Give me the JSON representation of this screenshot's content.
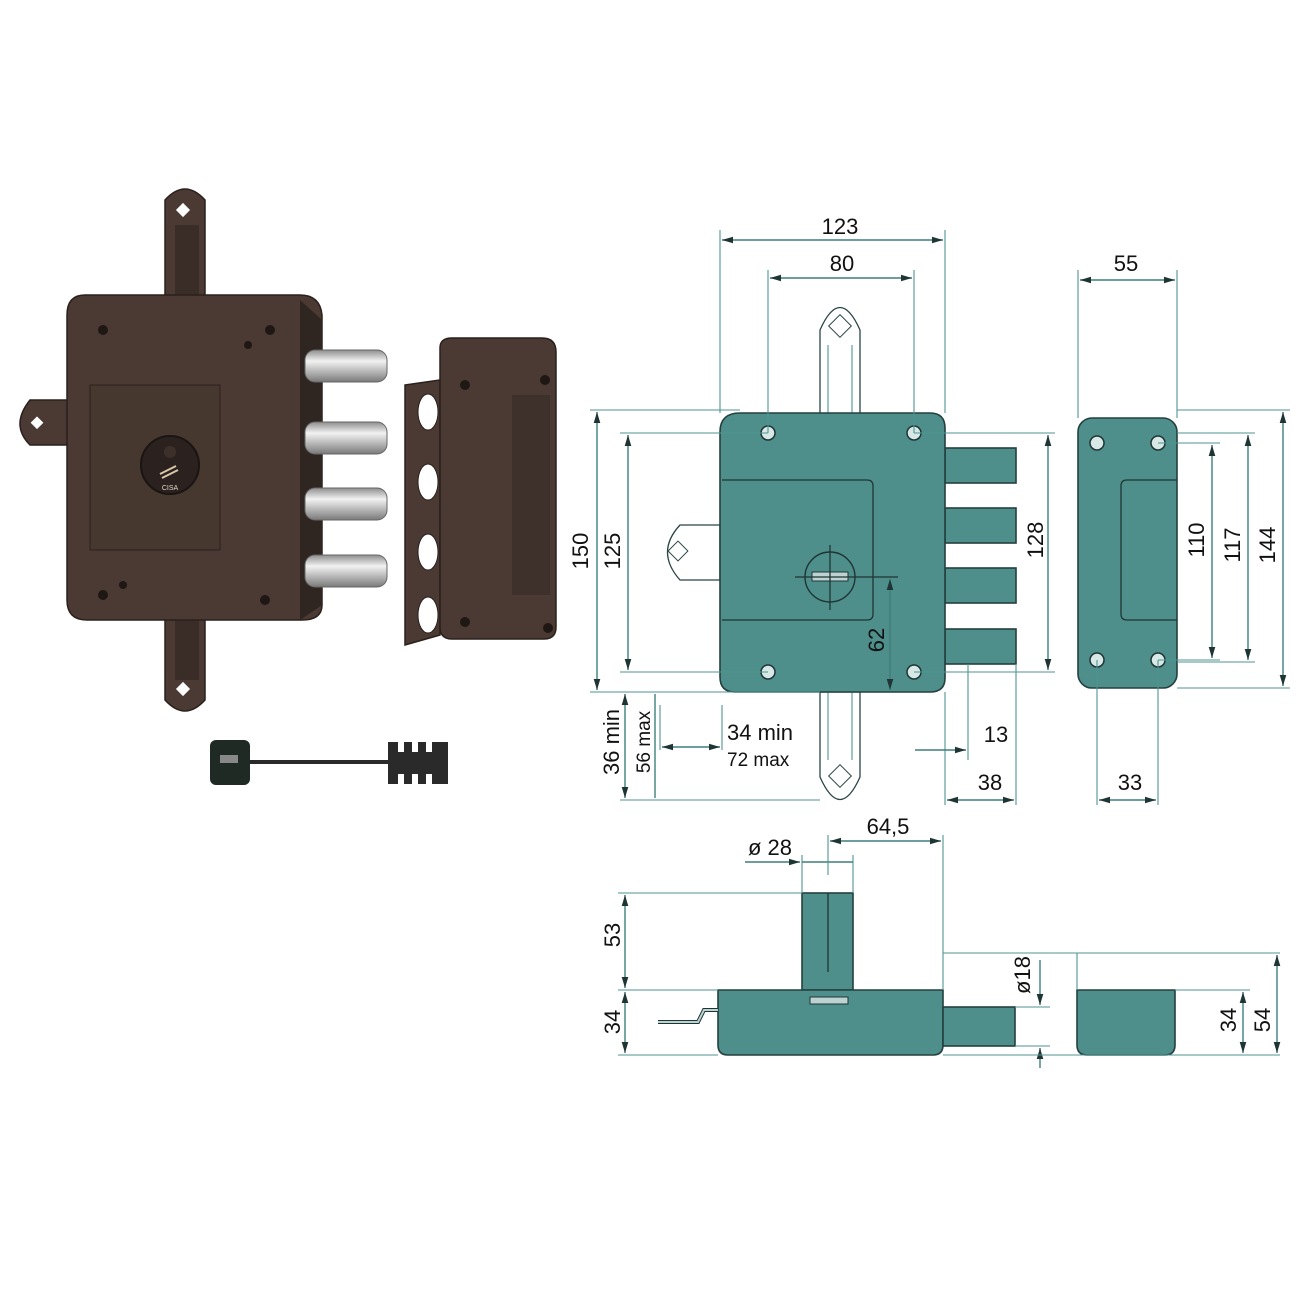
{
  "title": "CISA lock technical drawing",
  "photo": {
    "brand_logo": "CISA"
  },
  "colors": {
    "drawing_fill": "#4e8e8b",
    "dimension_line": "#3e7f7c",
    "lock_body": "#4a3a33"
  },
  "front_view": {
    "dims": {
      "overall_width": "123",
      "hole_spacing": "80",
      "overall_height": "150",
      "hole_height": "125",
      "bolt_span": "128",
      "key_center": "62",
      "plate_min": "36 min",
      "plate_max": "56 max",
      "backset_min": "34 min",
      "backset_max": "72 max",
      "bolt_offset": "13",
      "bolt_projection": "38"
    }
  },
  "side_view": {
    "dims": {
      "width": "55",
      "inner_height": "110",
      "hole_height": "117",
      "height": "144",
      "hole_spacing": "33"
    }
  },
  "bottom_view": {
    "dims": {
      "cylinder_length": "53",
      "body_depth": "34",
      "cylinder_diameter": "ø 28",
      "cylinder_offset": "64,5",
      "bolt_diameter": "ø18",
      "keeper_depth": "34",
      "keeper_total": "54"
    }
  }
}
